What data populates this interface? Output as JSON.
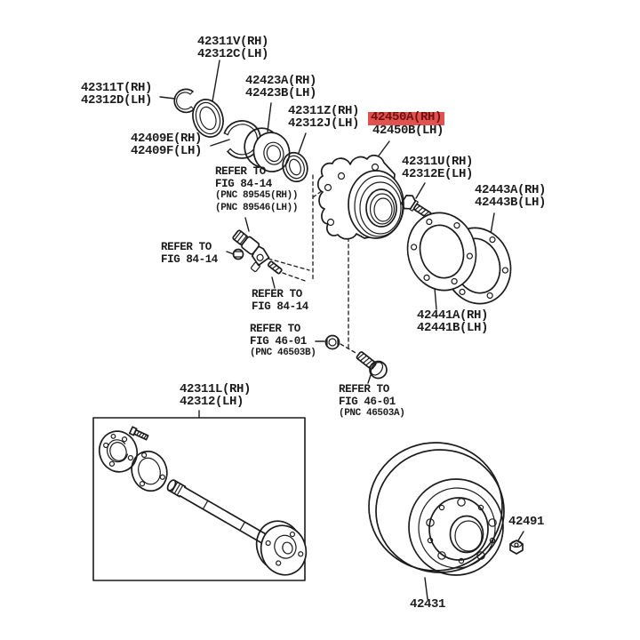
{
  "colors": {
    "ink": "#1c1c1c",
    "highlight_bg": "#e0514f",
    "highlight_text": "#6e1210",
    "background": "#ffffff"
  },
  "parts": {
    "v42311": {
      "rh": "42311V(RH)",
      "lh": "42312C(LH)"
    },
    "t42311": {
      "rh": "42311T(RH)",
      "lh": "42312D(LH)"
    },
    "a42423": {
      "rh": "42423A(RH)",
      "lh": "42423B(LH)"
    },
    "e42409": {
      "rh": "42409E(RH)",
      "lh": "42409F(LH)"
    },
    "z42311": {
      "rh": "42311Z(RH)",
      "lh": "42312J(LH)"
    },
    "hub42450": {
      "rh": "42450A(RH)",
      "lh": "42450B(LH)",
      "highlighted": "rh"
    },
    "u42311": {
      "rh": "42311U(RH)",
      "lh": "42312E(LH)"
    },
    "a42443": {
      "rh": "42443A(RH)",
      "lh": "42443B(LH)"
    },
    "a42441": {
      "rh": "42441A(RH)",
      "lh": "42441B(LH)"
    },
    "l42311": {
      "rh": "42311L(RH)",
      "lh": "42312(LH)"
    },
    "n42491": {
      "code": "42491"
    },
    "d42431": {
      "code": "42431"
    }
  },
  "notes": {
    "sensor": {
      "l1": "REFER TO",
      "l2": "FIG 84-14",
      "l3": "(PNC 89545(RH))",
      "l4": "(PNC 89546(LH))"
    },
    "grommet": {
      "l1": "REFER TO",
      "l2": "FIG 84-14"
    },
    "harness_bolt": {
      "l1": "REFER TO",
      "l2": "FIG 84-14"
    },
    "hub_nut": {
      "l1": "REFER TO",
      "l2": "FIG 46-01",
      "l3": "(PNC 46503B)"
    },
    "hub_bolt": {
      "l1": "REFER TO",
      "l2": "FIG 46-01",
      "l3": "(PNC 46503A)"
    }
  }
}
